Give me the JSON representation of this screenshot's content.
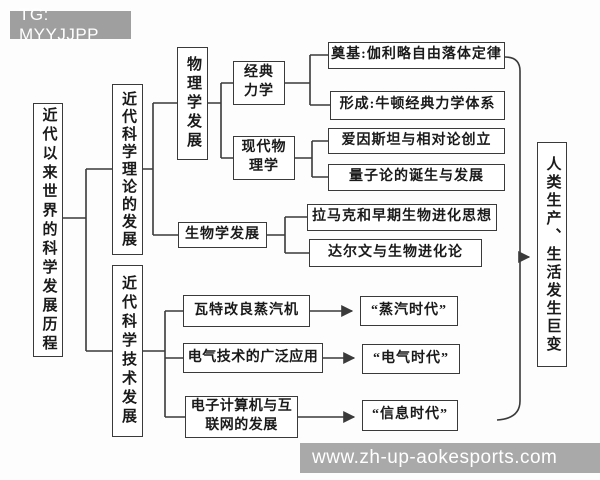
{
  "badge": {
    "label": "TG: MYYJJPP"
  },
  "watermark": {
    "label": "www.zh-up-aokesports.com"
  },
  "colors": {
    "line": "#3a3a3a",
    "badge_bg": "#9f9f9f",
    "watermark_bg": "#a9a9a9",
    "box_bg": "#ffffff",
    "text": "#1a1a1a"
  },
  "diagram": {
    "root": {
      "label": "近代以来世界的科学发展历程"
    },
    "theory_branch": {
      "label": "近代科学理论的发展"
    },
    "tech_branch": {
      "label": "近代科学技术发展"
    },
    "physics": {
      "label": "物理学发展"
    },
    "classical_mechanics": {
      "label": "经典\n力学"
    },
    "modern_physics": {
      "label": "现代物\n理学"
    },
    "foundation": {
      "label": "奠基:伽利略自由落体定律"
    },
    "formation": {
      "label": "形成:牛顿经典力学体系"
    },
    "relativity": {
      "label": "爱因斯坦与相对论创立"
    },
    "quantum": {
      "label": "量子论的诞生与发展"
    },
    "biology": {
      "label": "生物学发展"
    },
    "lamarck": {
      "label": "拉马克和早期生物进化思想"
    },
    "darwin": {
      "label": "达尔文与生物进化论"
    },
    "watt_steam_engine": {
      "label": "瓦特改良蒸汽机"
    },
    "steam_age": {
      "label": "“蒸汽时代”"
    },
    "electric_application": {
      "label": "电气技术的广泛应用"
    },
    "electric_age": {
      "label": "“电气时代”"
    },
    "computer_internet": {
      "label": "电子计算机与互\n联网的发展"
    },
    "info_age": {
      "label": "“信息时代”"
    },
    "result": {
      "label": "人类生产、生活发生巨变"
    }
  }
}
